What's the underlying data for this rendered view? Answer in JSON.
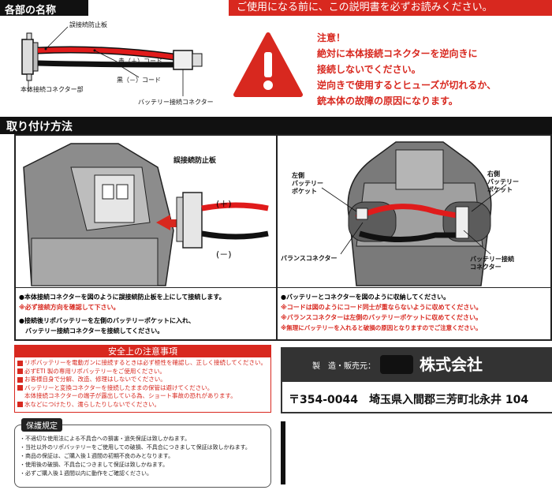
{
  "header_notice": "ご使用になる前に、この説明書を必ずお読みください。",
  "parts": {
    "title": "各部の名称",
    "label_guard": "誤接続防止板",
    "label_red": "赤（＋）コード",
    "label_black": "黒（－）コード",
    "label_body_connector": "本体接続コネクター部",
    "label_battery_connector": "バッテリー接続コネクター"
  },
  "warning": {
    "lines": [
      "注意！",
      "絶対に本体接続コネクターを逆向きに",
      "接続しないでください。",
      "逆向きで使用するとヒューズが切れるか、",
      "銃本体の故障の原因になります。"
    ],
    "icon": "warning-triangle-icon"
  },
  "install": {
    "title": "取り付け方法",
    "left": {
      "label_guard": "誤接続防止板",
      "plus": "(＋)",
      "minus": "(－)",
      "notes": [
        {
          "text": "●本体接続コネクターを図のように誤接続防止板を上にして接続します。",
          "red": false
        },
        {
          "text": "※必ず接続方向を確認して下さい。",
          "red": true
        },
        {
          "text": "●接続後リポバッテリーを左側のバッテリーポケットに入れ、",
          "red": false
        },
        {
          "text": "　バッテリー接続コネクターを接続してください。",
          "red": false
        }
      ]
    },
    "right": {
      "label_left_pocket": "左側\nバッテリー\nポケット",
      "label_right_pocket": "右側\nバッテリー\nポケット",
      "label_balance": "バランスコネクター",
      "label_battery_connector": "バッテリー接続\nコネクター",
      "notes": [
        {
          "text": "●バッテリーとコネクターを図のように収納してください。",
          "red": false
        },
        {
          "text": "※コードは図のようにコード同士が重ならないように収めてください。",
          "red": true
        },
        {
          "text": "※バランスコネクターは左側のバッテリーポケットに収めてください。",
          "red": true
        },
        {
          "text": "※無理にバッテリーを入れると破損の原因となりますのでご注意ください。",
          "red": true
        }
      ]
    }
  },
  "safety": {
    "title": "安全上の注意事項",
    "items": [
      "リポバッテリーを電動ガンに接続するときは必ず極性を確認し、正しく接続してください。",
      "必ずETI 製の専用リポバッテリーをご使用ください。",
      "お客様自身で分解、改造、修理はしないでください。",
      "バッテリーと変換コネクターを接続したままの保管は避けてください。",
      "本体接続コネクターの端子が露出している為、ショート事故の恐れがあります。",
      "水などにつけたり、濡らしたりしないでください。"
    ]
  },
  "guarantee": {
    "title": "保護規定",
    "items": [
      "・不適切な使用法による不具合への損害・過失保証は致しかねます。",
      "・当社以外のリポバッテリーをご使用しての破損、不具合につきまして保証は致しかねます。",
      "・商品の保証は、ご購入後１週間の初期不良のみとなります。",
      "・使用後の破損、不具合につきまして保証は致しかねます。",
      "・必ずご購入後１週間以内に動作をご確認ください。"
    ]
  },
  "company": {
    "label": "製　造・販売元：",
    "name": "株式会社",
    "address": "〒354-0044　埼玉県入間郡三芳町北永井 104"
  }
}
